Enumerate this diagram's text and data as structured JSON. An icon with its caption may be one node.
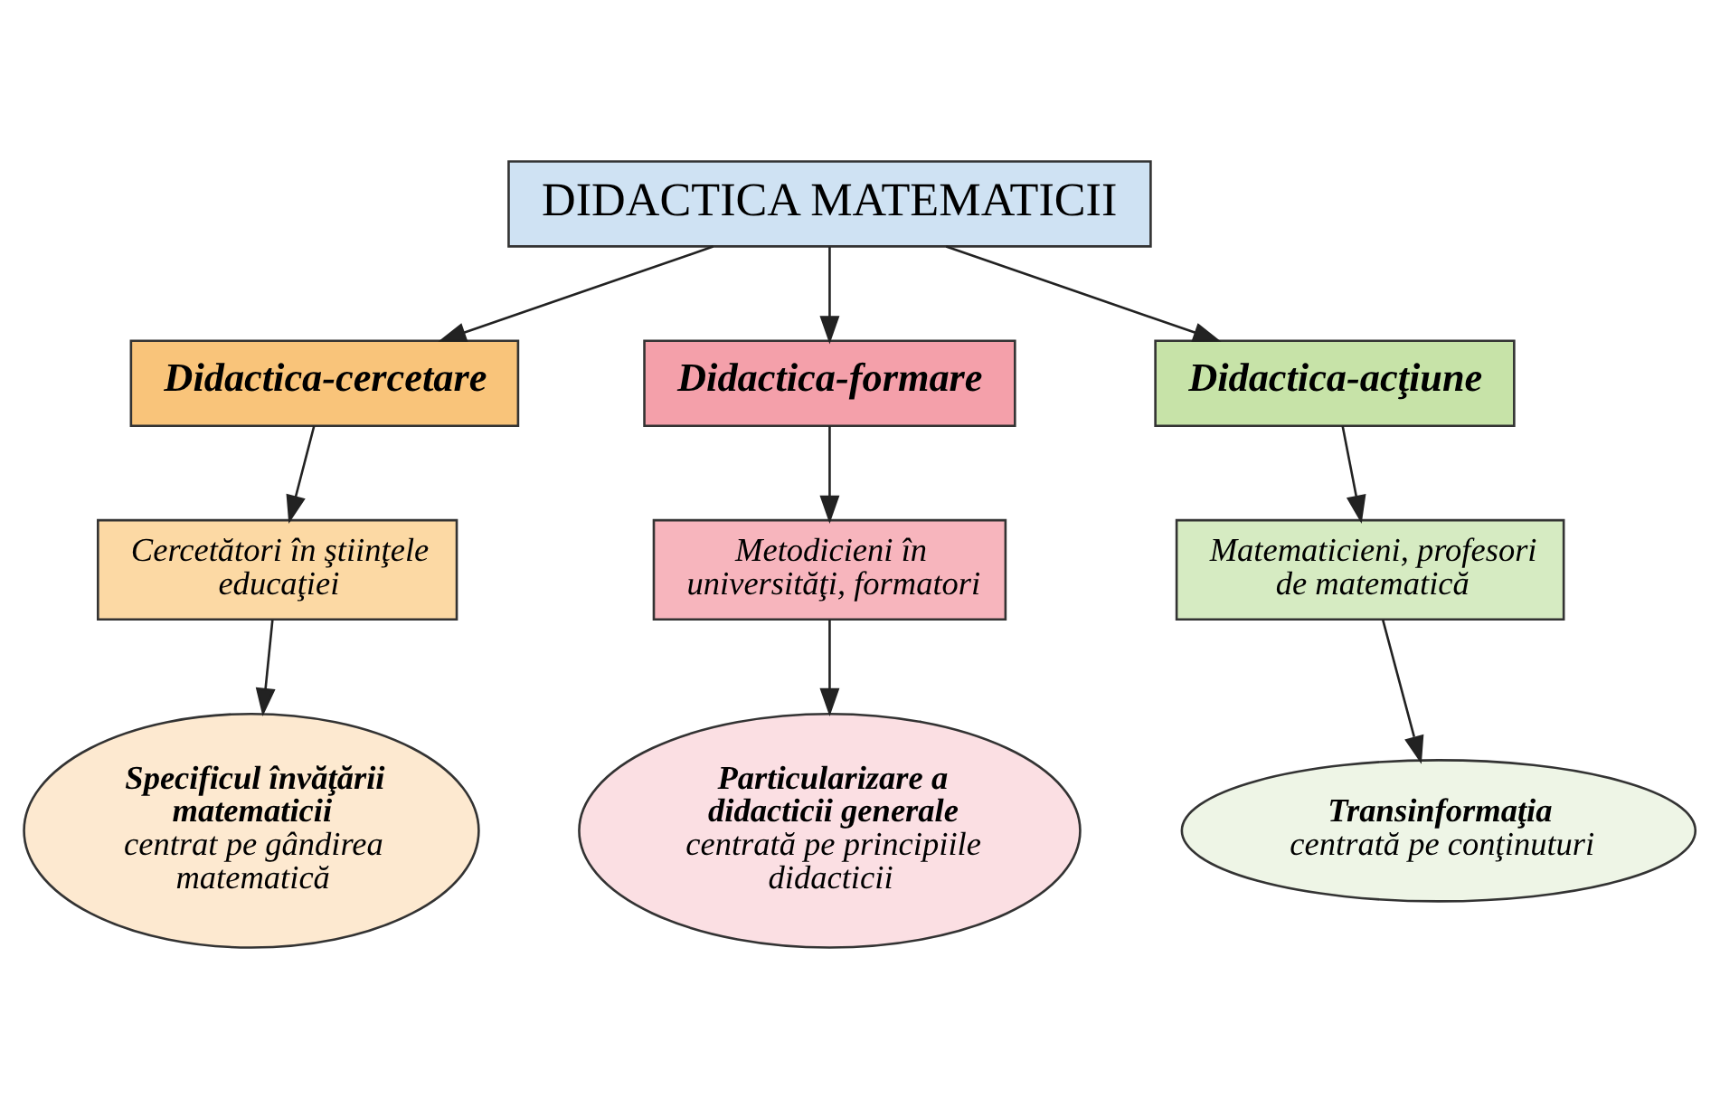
{
  "diagram": {
    "nodes": [
      {
        "text": [
          "DIDACTICA MATEMATICII"
        ]
      },
      {
        "text": [
          "Didactica-cercetare"
        ]
      },
      {
        "text": [
          "Didactica-formare"
        ]
      },
      {
        "text": [
          "Didactica-acţiune"
        ]
      },
      {
        "text": [
          "Cercetători în ştiinţele educaţiei"
        ]
      },
      {
        "text": [
          "Metodicieni în universităţi, formatori"
        ]
      },
      {
        "text": [
          "Matematicieni, profesori de matematică"
        ]
      },
      {
        "text": [
          "Specificul învăţării matematicii",
          "centrat pe gândirea matematică"
        ]
      },
      {
        "text": [
          "Particularizare a didacticii generale",
          "centrată pe principiile didacticii"
        ]
      },
      {
        "text": [
          "Transinformaţia",
          "centrată pe conţinuturi"
        ]
      }
    ],
    "edges": [
      {
        "from": 0,
        "to": 1,
        "arrow": "to"
      },
      {
        "from": 0,
        "to": 2,
        "arrow": "to"
      },
      {
        "from": 0,
        "to": 3,
        "arrow": "to"
      },
      {
        "from": 1,
        "to": 4,
        "arrow": "to"
      },
      {
        "from": 2,
        "to": 5,
        "arrow": "to"
      },
      {
        "from": 3,
        "to": 6,
        "arrow": "to"
      },
      {
        "from": 4,
        "to": 7,
        "arrow": "to"
      },
      {
        "from": 5,
        "to": 8,
        "arrow": "to"
      },
      {
        "from": 6,
        "to": 9,
        "arrow": "to"
      }
    ]
  }
}
